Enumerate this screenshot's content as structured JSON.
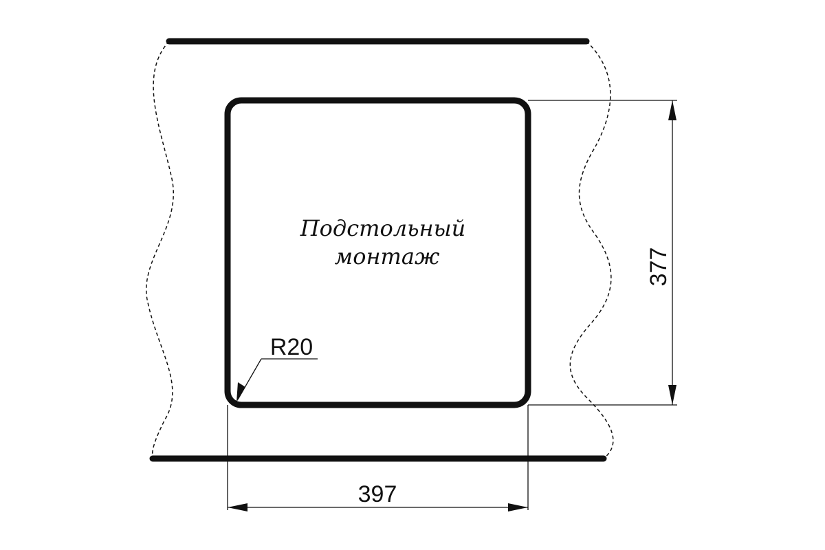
{
  "drawing": {
    "mount_label_line1": "Подстольный",
    "mount_label_line2": "монтаж",
    "radius_label": "R20",
    "width_label": "397",
    "height_label": "377",
    "colors": {
      "line": "#111111",
      "background": "#ffffff"
    }
  }
}
